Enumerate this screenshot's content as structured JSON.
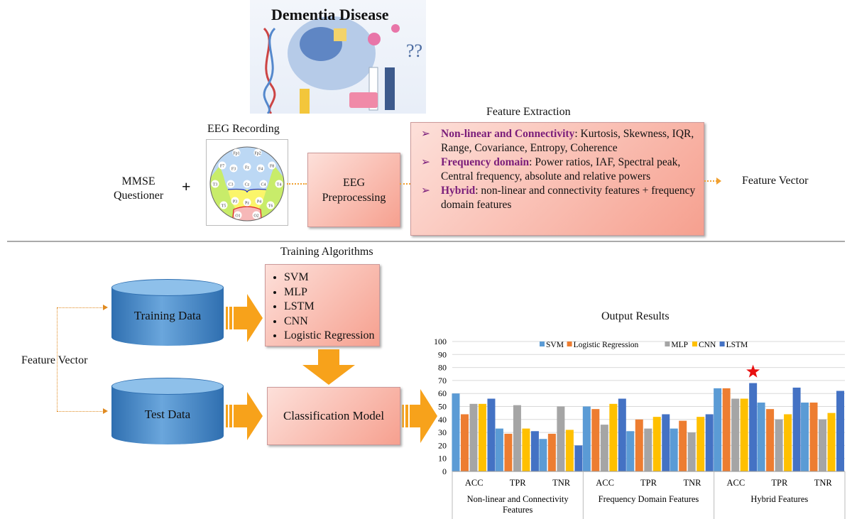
{
  "top": {
    "dementia_title": "Dementia Disease",
    "eeg_recording": "EEG Recording",
    "mmse": [
      "MMSE",
      "Questioner"
    ],
    "plus": "+",
    "electrodes": [
      "Fp1",
      "Fp2",
      "F7",
      "F3",
      "Fz",
      "F4",
      "F8",
      "T3",
      "C3",
      "Cz",
      "C4",
      "T4",
      "T5",
      "P3",
      "Pz",
      "P4",
      "T6",
      "O1",
      "O2"
    ],
    "preprocessing": [
      "EEG",
      "Preprocessing"
    ],
    "feature_extraction_title": "Feature Extraction",
    "features": [
      {
        "name": "Non-linear and Connectivity",
        "desc": ": Kurtosis, Skewness, IQR, Range, Covariance, Entropy, Coherence"
      },
      {
        "name": "Frequency domain",
        "desc": ": Power ratios, IAF, Spectral peak, Central frequency, absolute and relative powers"
      },
      {
        "name": "Hybrid",
        "desc": ": non-linear and connectivity features + frequency domain features"
      }
    ],
    "feature_vector": "Feature Vector"
  },
  "bottom": {
    "feature_vector": "Feature Vector",
    "training_data": "Training Data",
    "test_data": "Test Data",
    "training_algorithms_title": "Training Algorithms",
    "algorithms": [
      "SVM",
      "MLP",
      "LSTM",
      "CNN",
      "Logistic Regression"
    ],
    "classification_model": "Classification Model",
    "output_title": "Output Results"
  },
  "colors": {
    "svm": "#5b9bd5",
    "lr": "#ed7d31",
    "mlp": "#a5a5a5",
    "cnn": "#ffc000",
    "lstm": "#4472c4",
    "accent": "#f39c12"
  },
  "chart_data": {
    "type": "bar",
    "title": "Output Results",
    "ylim": [
      0,
      100
    ],
    "yticks": [
      0,
      10,
      20,
      30,
      40,
      50,
      60,
      70,
      80,
      90,
      100
    ],
    "legend_position": "top",
    "groups": [
      "Non-linear and Connectivity Features",
      "Frequency Domain Features",
      "Hybrid Features"
    ],
    "categories": [
      "ACC",
      "TPR",
      "TNR",
      "ACC",
      "TPR",
      "TNR",
      "ACC",
      "TPR",
      "TNR"
    ],
    "series": [
      {
        "name": "SVM",
        "color": "#5b9bd5",
        "values": [
          60,
          33,
          25,
          50,
          31,
          33,
          64,
          53,
          53
        ]
      },
      {
        "name": "Logistic Regression",
        "color": "#ed7d31",
        "values": [
          44,
          29,
          29,
          48,
          40,
          39,
          64,
          48,
          53
        ]
      },
      {
        "name": "MLP",
        "color": "#a5a5a5",
        "values": [
          52,
          51,
          50,
          36,
          33,
          30,
          56,
          40,
          40
        ]
      },
      {
        "name": "CNN",
        "color": "#ffc000",
        "values": [
          52,
          33,
          32,
          52,
          42,
          42,
          56,
          44,
          45
        ]
      },
      {
        "name": "LSTM",
        "color": "#4472c4",
        "values": [
          56,
          31,
          20,
          56,
          44,
          44,
          68,
          64.5,
          62
        ]
      }
    ],
    "annotation": {
      "type": "star",
      "category_index": 6,
      "series": "LSTM"
    }
  }
}
